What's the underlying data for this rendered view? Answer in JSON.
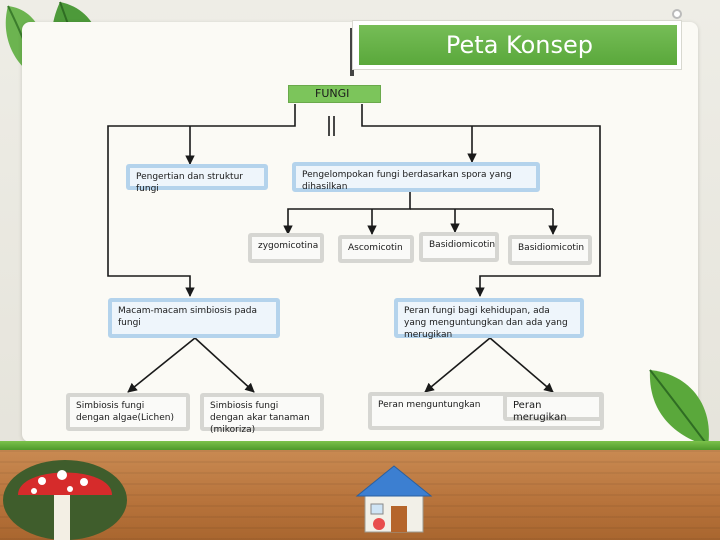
{
  "slide": {
    "title": "Peta Konsep"
  },
  "diagram": {
    "root": "FUNGI",
    "level1": {
      "pengertian": "Pengertian dan struktur fungi",
      "pengelompokan": "Pengelompokan fungi berdasarkan spora yang dihasilkan",
      "simbiosis": "Macam-macam simbiosis pada fungi",
      "peran": "Peran fungi bagi kehidupan, ada yang menguntungkan dan ada yang merugikan"
    },
    "groups": [
      "zygomicotina",
      "Ascomicotin",
      "Basidiomicotin",
      "Basidiomicotin"
    ],
    "simbiosis_types": [
      "Simbiosis fungi dengan algae(Lichen)",
      "Simbiosis fungi dengan akar tanaman (mikoriza)"
    ],
    "peran_types": [
      "Peran menguntungkan",
      "Peran merugikan"
    ]
  },
  "colors": {
    "accent_green": "#5aa83b",
    "node_blue_border": "#b4d3ec",
    "wood": "#b8743c"
  },
  "icons": [
    "leaf-icon",
    "mushroom-icon",
    "house-icon"
  ]
}
